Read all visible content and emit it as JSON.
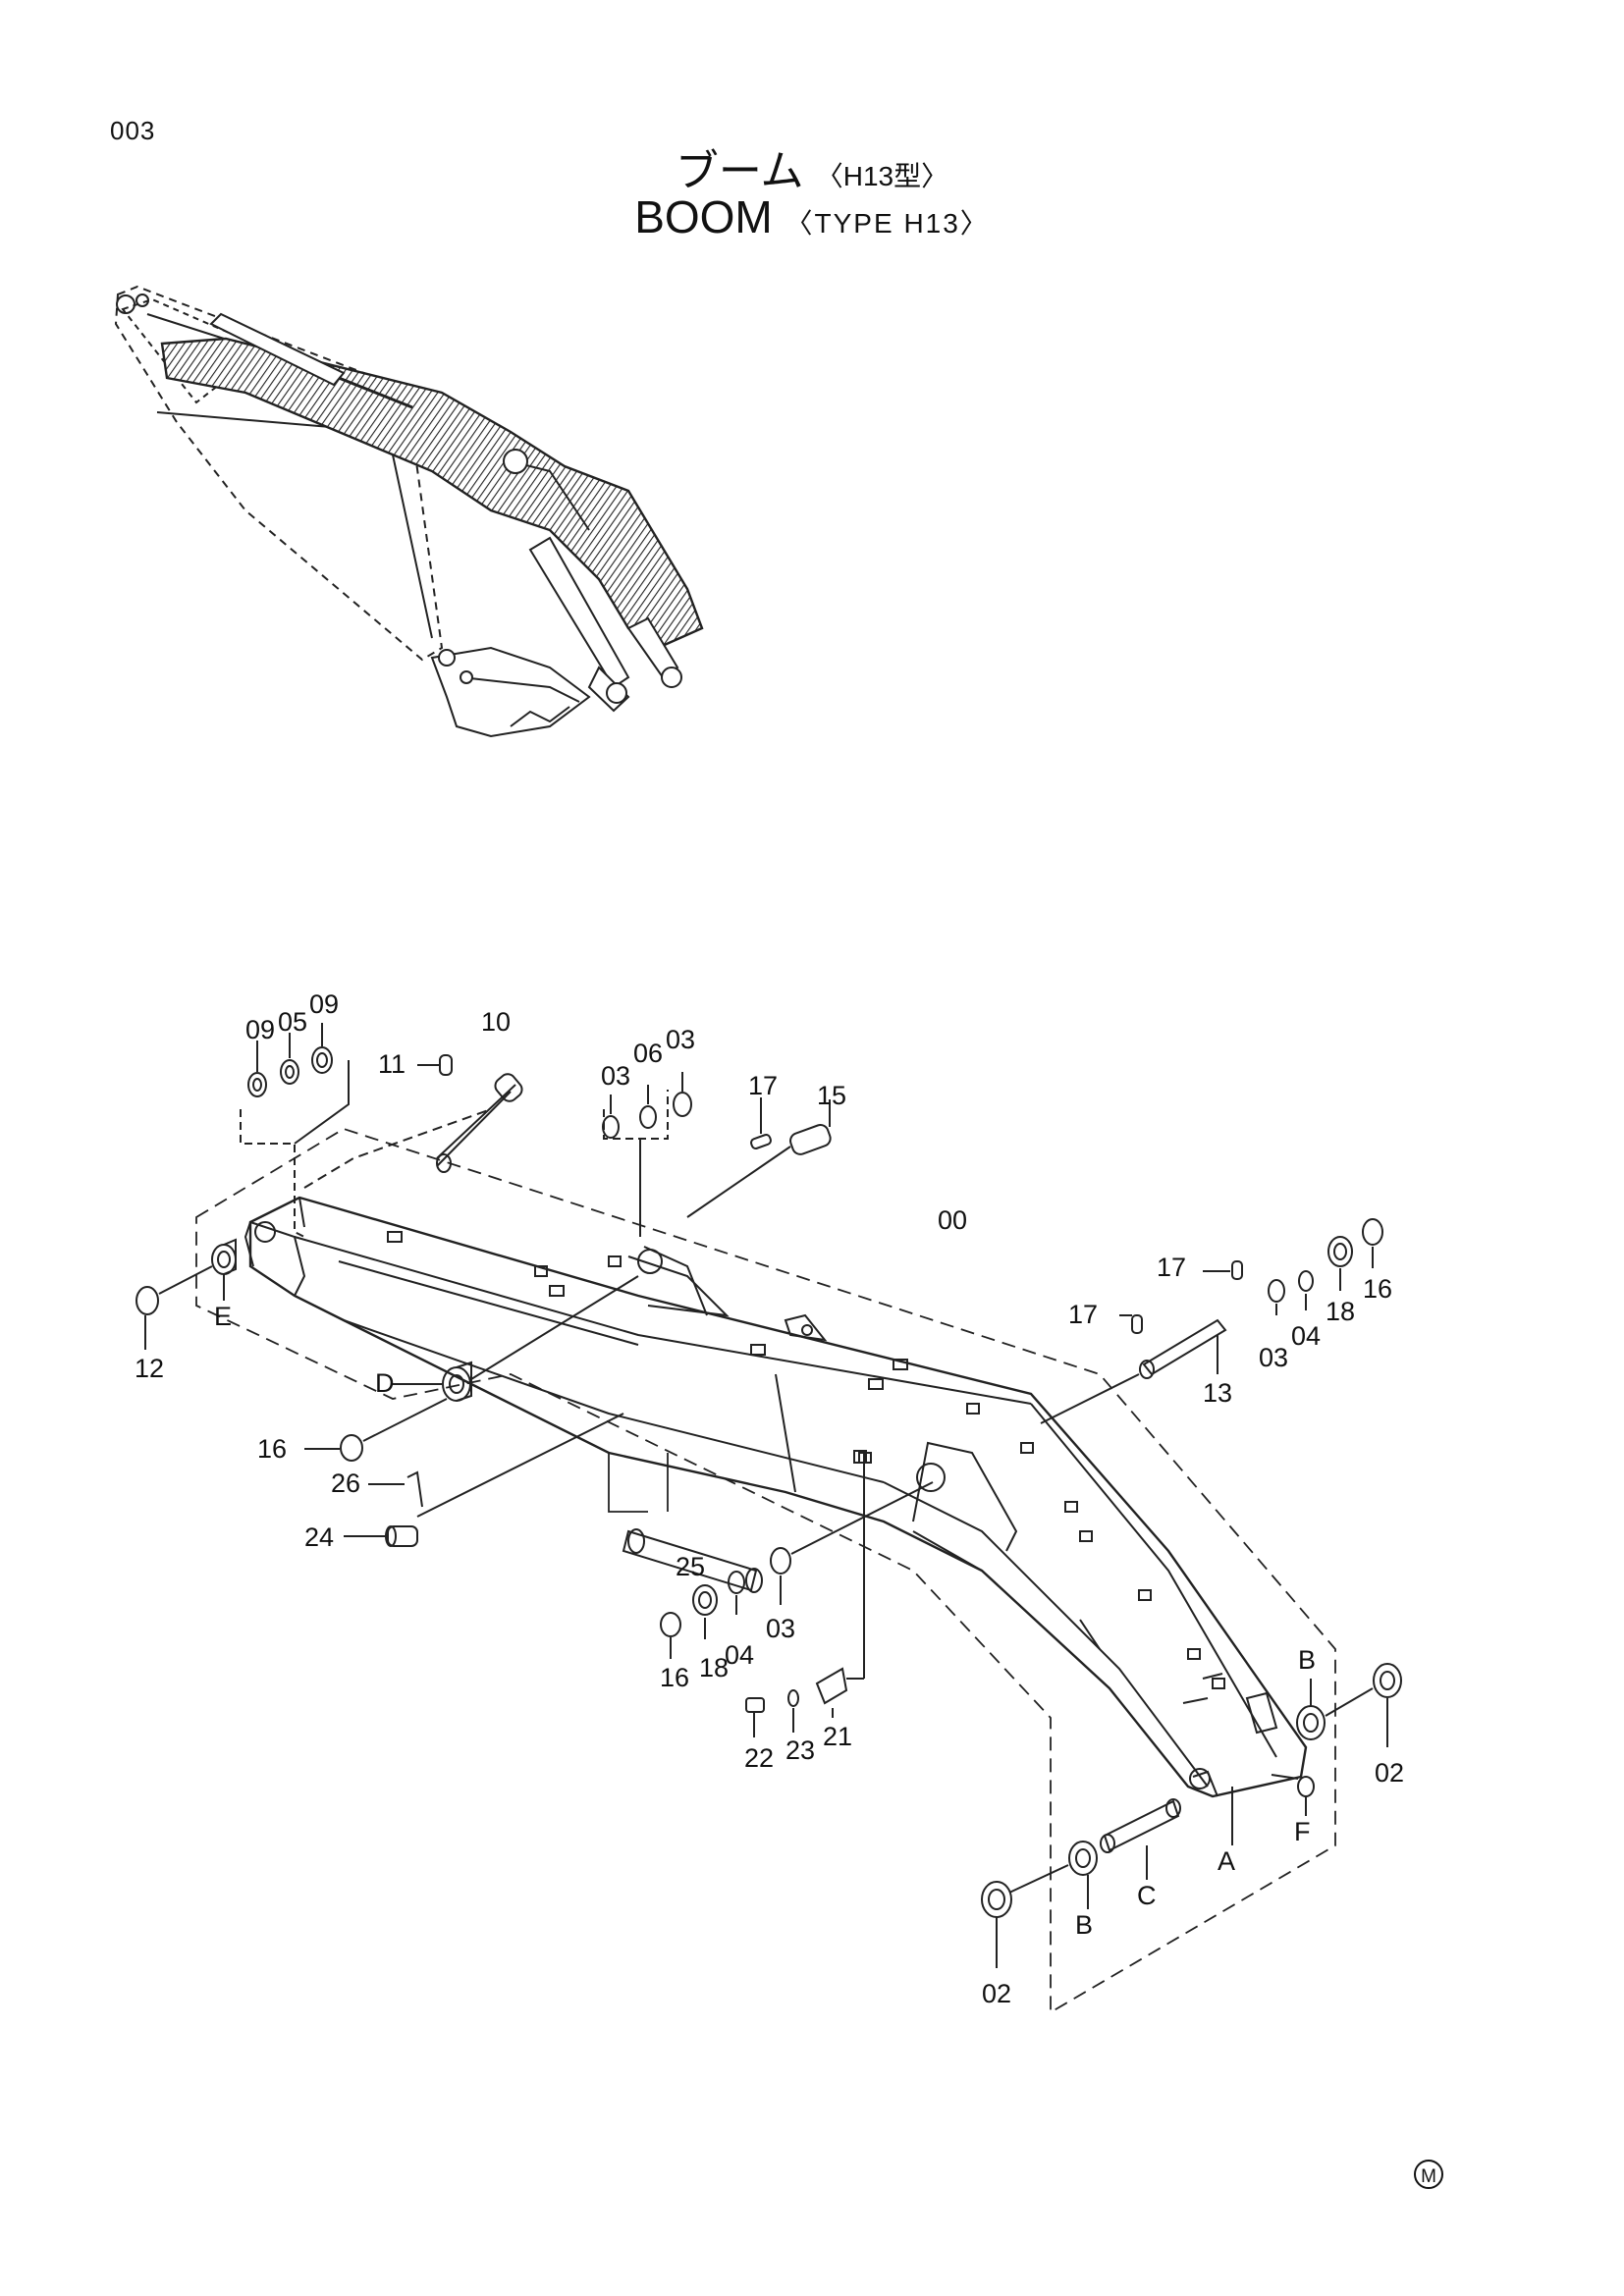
{
  "header": {
    "page_code": "003",
    "title_jp": "ブーム",
    "subtitle_jp": "〈H13型〉",
    "title_en": "BOOM",
    "subtitle_en": "〈TYPE H13〉"
  },
  "callouts": {
    "boom_assembly": "00",
    "bushing_02a": "02",
    "bushing_02b": "02",
    "shim_03a": "03",
    "shim_03b": "03",
    "shim_03c": "03",
    "shim_03d": "03",
    "shim_04a": "04",
    "shim_04b": "04",
    "shim_05": "05",
    "shim_06": "06",
    "shim_09a": "09",
    "shim_09b": "09",
    "pin_10": "10",
    "pin_11": "11",
    "ring_12": "12",
    "pin_13": "13",
    "pin_15": "15",
    "ring_16a": "16",
    "ring_16b": "16",
    "ring_16c": "16",
    "pin_17a": "17",
    "pin_17b": "17",
    "pin_17c": "17",
    "bushing_18a": "18",
    "bushing_18b": "18",
    "plate_21": "21",
    "bolt_22": "22",
    "washer_23": "23",
    "pin_24": "24",
    "cylinder_25": "25",
    "pin_26": "26",
    "part_a": "A",
    "part_b1": "B",
    "part_b2": "B",
    "part_c": "C",
    "part_d": "D",
    "part_e": "E",
    "part_f": "F"
  },
  "footer": {
    "mark": "M"
  }
}
